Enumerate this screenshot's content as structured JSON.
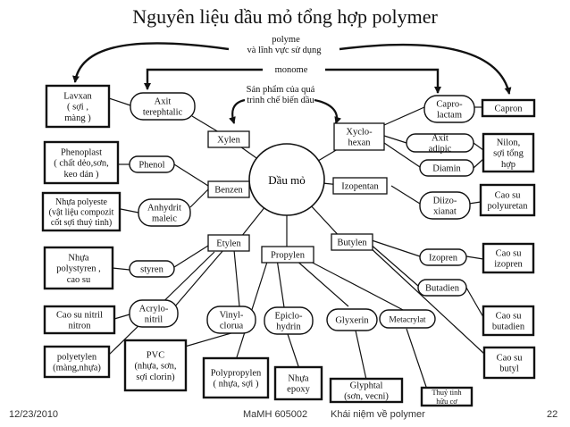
{
  "title": "Nguyên liệu dầu mỏ tổng hợp polymer",
  "footer": {
    "date": "12/23/2010",
    "code": "MaMH  605002",
    "topic": "Khái niệm về polymer",
    "page": "22"
  },
  "legend": {
    "polyme": "polyme",
    "polyme_use": "và lĩnh vực sử dụng",
    "monome": "monome",
    "products": [
      "Sản phẩm của quá",
      "trình chế biến dầu"
    ]
  },
  "center": "Dầu mỏ",
  "products": {
    "xylen": "Xylen",
    "benzen": "Benzen",
    "etylen": "Etylen",
    "propylen": "Propylen",
    "butylen": "Butylen",
    "izopentan": "Izopentan",
    "xyclohexan": [
      "Xyclo-",
      "hexan"
    ]
  },
  "monomers": {
    "axit_terephtalic": [
      "Axit",
      "terephtalic"
    ],
    "phenol": "Phenol",
    "anhydrit_maleic": [
      "Anhydrit",
      "maleic"
    ],
    "styren": "styren",
    "acrylonitril": [
      "Acrylo-",
      "nitril"
    ],
    "vinylclorua": [
      "Vinyl-",
      "clorua"
    ],
    "epiclohydrin": [
      "Epiclo-",
      "hydrin"
    ],
    "glyxerin": "Glyxerin",
    "metacrylat": "Metacrylat",
    "caprolactam": [
      "Capro-",
      "lactam"
    ],
    "axit_adipic": [
      "Axit",
      "adipic"
    ],
    "diamin": "Diamin",
    "diizoxianat": [
      "Diizo-",
      "xianat"
    ],
    "izopren": "Izopren",
    "butadien": "Butadien"
  },
  "polymers": {
    "lavxan": [
      "Lavxan",
      "( sợi ,",
      "màng )"
    ],
    "phenoplast": [
      "Phenoplast",
      "( chất dẻo,sơn,",
      "keo dán )"
    ],
    "nhua_polyeste": [
      "Nhựa polyeste",
      "(vật liệu compozit",
      "cốt sợi thuỷ tinh)"
    ],
    "nhua_polystyren": [
      "Nhựa",
      "polystyren ,",
      "cao su"
    ],
    "cao_su_nitril": [
      "Cao su nitril",
      "nitron"
    ],
    "polyetylen": [
      "polyetylen",
      "(màng,nhựa)"
    ],
    "pvc": [
      "PVC",
      "(nhựa, sơn,",
      "sợi clorin)"
    ],
    "polypropylen": [
      "Polypropylen",
      "( nhựa, sợi )"
    ],
    "nhua_epoxy": [
      "Nhựa",
      "epoxy"
    ],
    "glyphtal": [
      "Glyphtal",
      "(sơn, vecni)"
    ],
    "thuy_tinh": [
      "Thuỷ tinh",
      "hữu cơ"
    ],
    "capron": "Capron",
    "nilon": [
      "Nilon,",
      "sợi tổng",
      "hợp"
    ],
    "cao_su_polyuretan": [
      "Cao su",
      "polyuretan"
    ],
    "cao_su_izopren": [
      "Cao su",
      "izopren"
    ],
    "cao_su_butadien": [
      "Cao su",
      "butadien"
    ],
    "cao_su_butyl": [
      "Cao su",
      "butyl"
    ]
  }
}
